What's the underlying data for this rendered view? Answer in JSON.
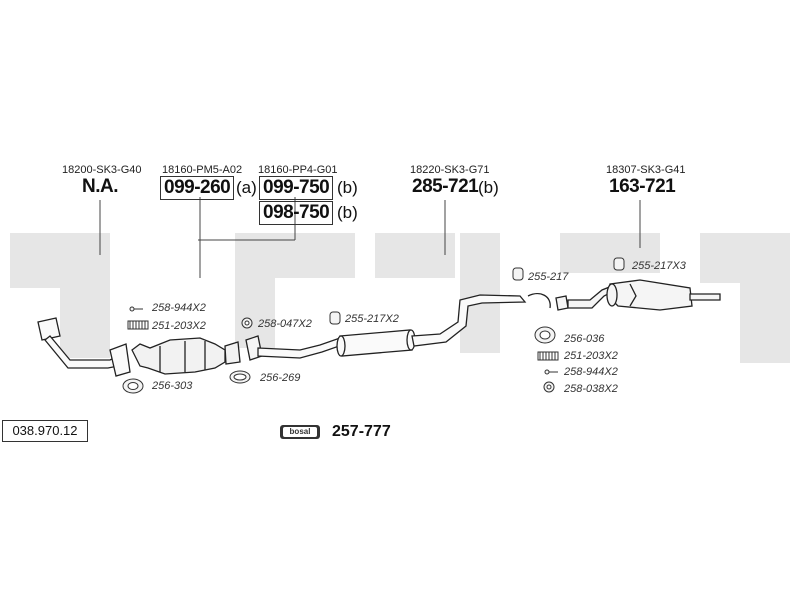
{
  "oem_numbers": {
    "front_pipe": "18200-SK3-G40",
    "catalyst": "18160-PM5-A02",
    "catalyst_alt": "18160-PP4-G01",
    "middle": "18220-SK3-G71",
    "rear": "18307-SK3-G41"
  },
  "part_numbers": {
    "front_pipe": "N.A.",
    "catalyst": "099-260",
    "catalyst_suffix": "(a)",
    "catalyst_alt": "099-750",
    "catalyst_alt_suffix": "(b)",
    "catalyst_alt2": "098-750",
    "catalyst_alt2_suffix": "(b)",
    "middle": "285-721",
    "middle_suffix": "(b)",
    "rear": "163-721"
  },
  "fittings": {
    "f1": "258-944X2",
    "f2": "251-203X2",
    "f3": "256-303",
    "f4": "258-047X2",
    "f5": "256-269",
    "f6": "255-217X2",
    "f7": "255-217",
    "f8": "255-217X3",
    "f9": "256-036",
    "f10": "251-203X2",
    "f11": "258-944X2",
    "f12": "258-038X2"
  },
  "diagram_ref": "038.970.12",
  "kit": {
    "brand": "bosal",
    "number": "257-777"
  },
  "colors": {
    "watermark": "#e6e6e6",
    "ink": "#333333"
  }
}
